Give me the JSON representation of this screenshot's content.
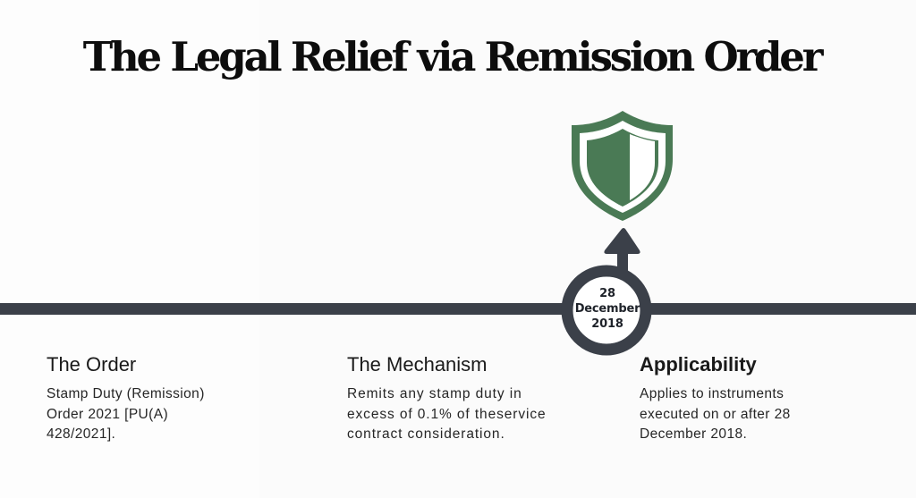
{
  "title": "The Legal Relief via Remission Order",
  "colors": {
    "shield": "#4a7a55",
    "timeline": "#3b4049",
    "text": "#1e1e1e"
  },
  "icons": {
    "shield": "shield-icon",
    "arrow": "arrow-up-icon",
    "milestone": "timeline-milestone-circle"
  },
  "milestone": {
    "day": "28",
    "month": "December",
    "year": "2018"
  },
  "columns": [
    {
      "heading": "The Order",
      "lines": [
        "Stamp Duty (Remission)",
        "Order 2021 [PU(A)",
        "428/2021]."
      ]
    },
    {
      "heading": "The Mechanism",
      "lines": [
        "Remits any stamp duty in",
        "excess of 0.1% of theservice",
        "contract consideration."
      ]
    },
    {
      "heading": "Applicability",
      "lines": [
        "Applies to instruments",
        "executed on or after 28",
        "December 2018."
      ]
    }
  ]
}
